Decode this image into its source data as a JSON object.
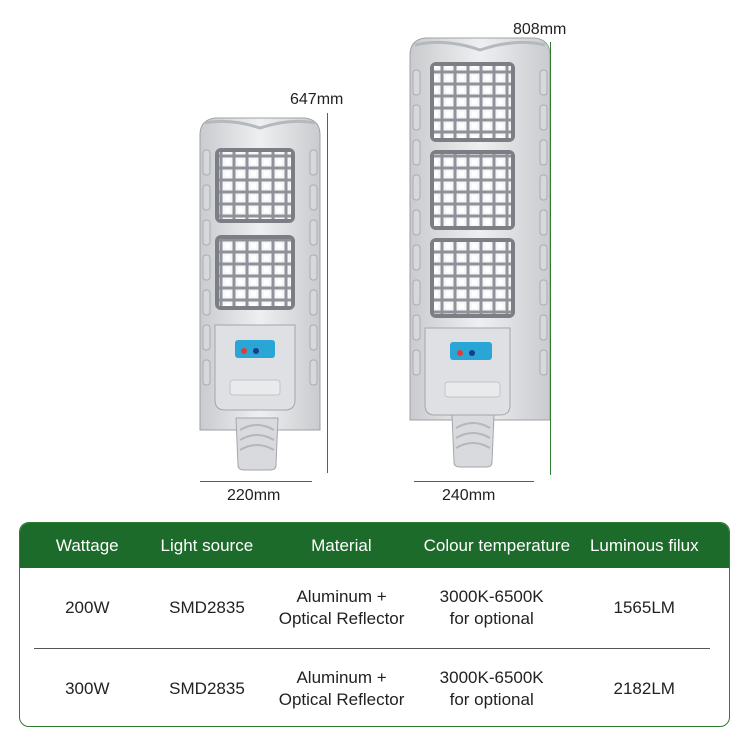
{
  "products": [
    {
      "height_label": "647mm",
      "width_label": "220mm",
      "panel_count": 2
    },
    {
      "height_label": "808mm",
      "width_label": "240mm",
      "panel_count": 3
    }
  ],
  "colors": {
    "accent": "#1d6b2a",
    "line": "#2e7d32",
    "housing": "#e6e7e9"
  },
  "table": {
    "headers": [
      "Wattage",
      "Light source",
      "Material",
      "Colour temperature",
      "Luminous filux"
    ],
    "rows": [
      [
        "200W",
        "SMD2835",
        "Aluminum +\nOptical Reflector",
        "3000K-6500K\nfor optional",
        "1565LM"
      ],
      [
        "300W",
        "SMD2835",
        "Aluminum +\nOptical Reflector",
        "3000K-6500K\nfor optional",
        "2182LM"
      ]
    ]
  }
}
